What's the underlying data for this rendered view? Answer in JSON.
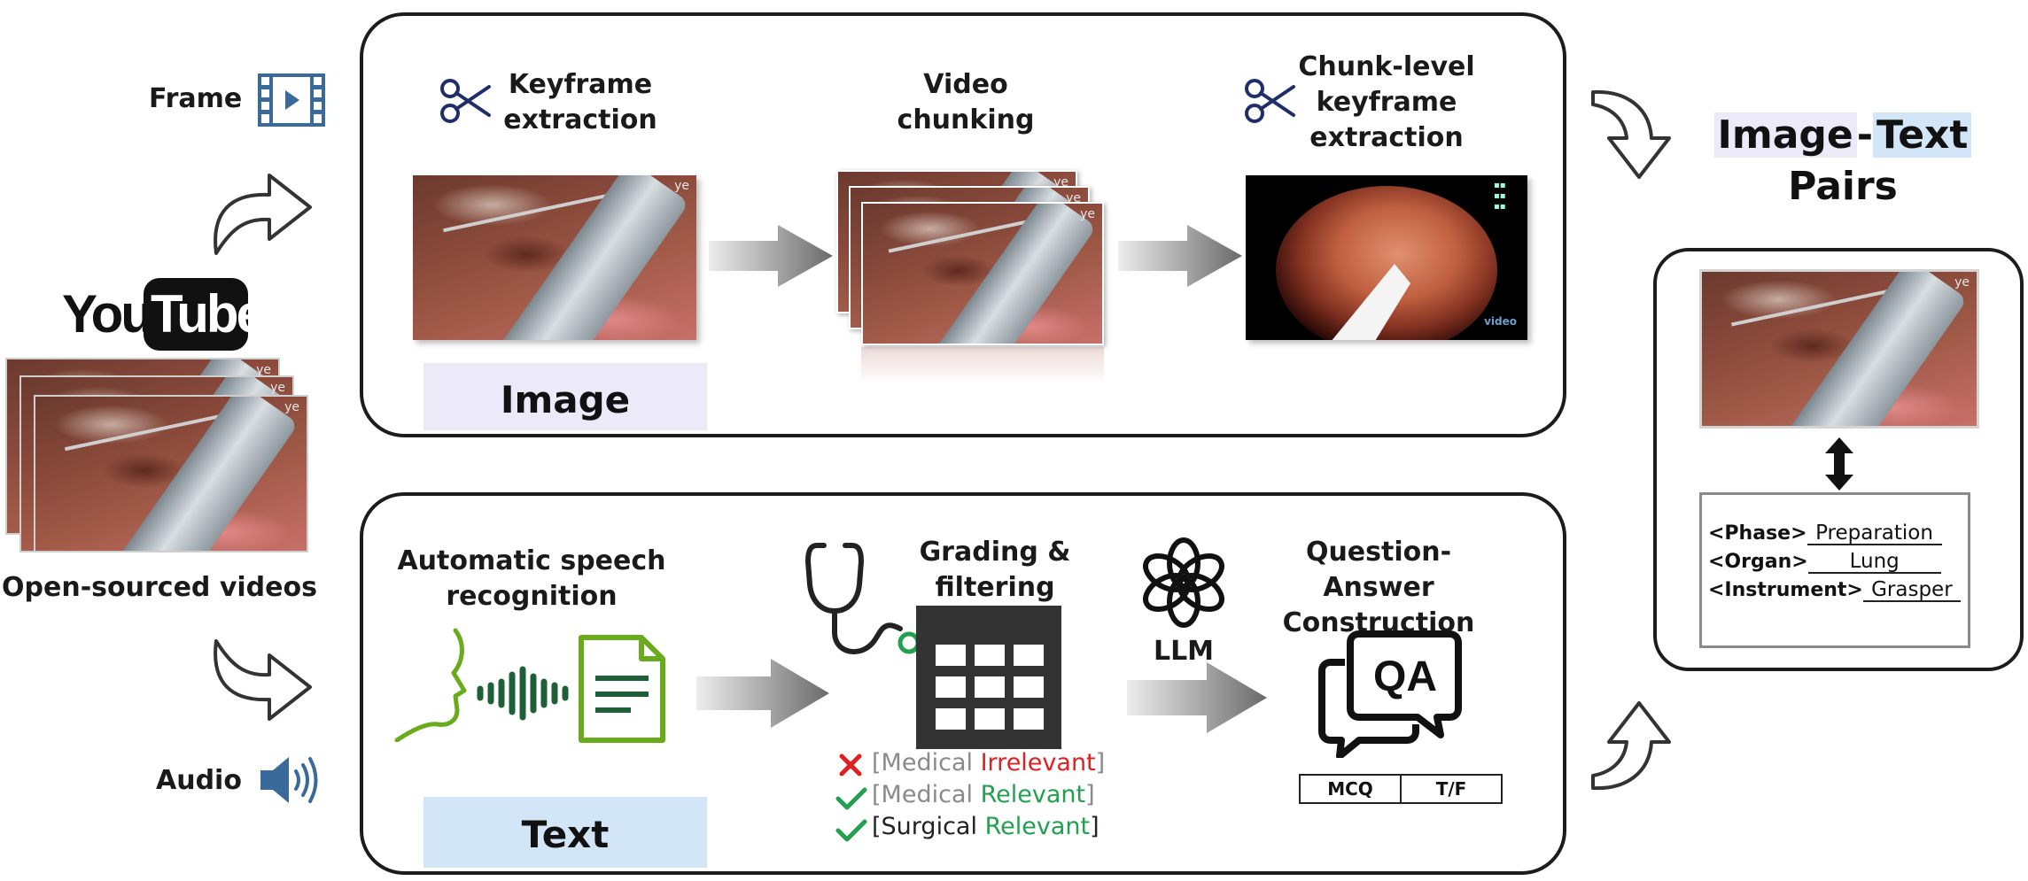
{
  "colors": {
    "image_band": "#ece9f8",
    "text_band": "#d3e6f8",
    "icon_blue": "#3a6a9a",
    "green": "#22a050",
    "red": "#e02020",
    "grey_text": "#8a8a8a",
    "asr_green": "#6aab1c",
    "scissors": "#1f2e6b"
  },
  "left": {
    "frame_label": "Frame",
    "audio_label": "Audio",
    "youtube_you": "You",
    "youtube_tube": "Tube",
    "videos_label": "Open-sourced videos",
    "video_tag": "ye"
  },
  "image_panel": {
    "step1": "Keyframe\nextraction",
    "step2": "Video\nchunking",
    "step3": "Chunk-level\nkeyframe\nextraction",
    "band_label": "Image",
    "endo_tag": "video"
  },
  "text_panel": {
    "step1": "Automatic speech\nrecognition",
    "step2": "Grading &\nfiltering",
    "llm_label": "LLM",
    "step3": "Question-Answer\nConstruction",
    "band_label": "Text",
    "filters": [
      {
        "mark": "cross",
        "prefix": "Medical",
        "word": "Irrelevant"
      },
      {
        "mark": "check",
        "prefix": "Medical",
        "word": "Relevant"
      },
      {
        "mark": "check",
        "prefix": "Surgical",
        "word": "Relevant"
      }
    ],
    "qa_cells": [
      "MCQ",
      "T/F"
    ],
    "qa_icon_text": "QA"
  },
  "output": {
    "title_word1": "Image",
    "title_dash": "-",
    "title_word2": "Text",
    "title_line2": "Pairs",
    "fields": [
      {
        "key": "<Phase>",
        "value": "Preparation"
      },
      {
        "key": "<Organ>",
        "value": "Lung"
      },
      {
        "key": "<Instrument>",
        "value": "Grasper"
      }
    ]
  },
  "icons": [
    "film-frame-icon",
    "speaker-icon",
    "youtube-logo",
    "scissors-icon",
    "stethoscope-icon",
    "table-icon",
    "openai-logo-icon",
    "qa-chat-icon",
    "speech-head-icon",
    "document-icon",
    "curved-arrow-icon",
    "double-arrow-icon"
  ]
}
